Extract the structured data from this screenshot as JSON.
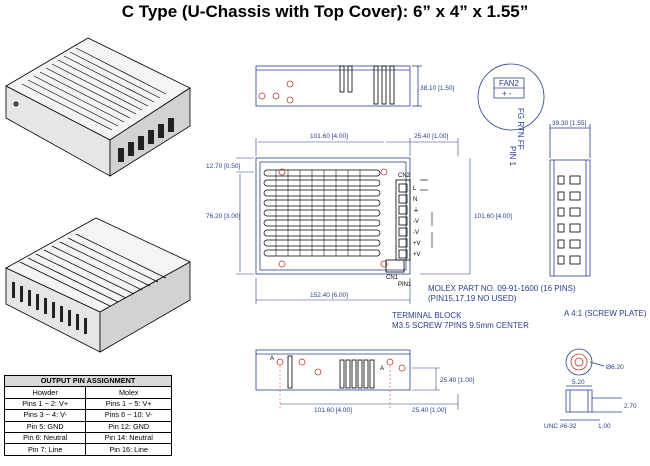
{
  "title": "C Type (U-Chassis with Top Cover): 6” x 4” x 1.55”",
  "pin_table": {
    "caption": "OUTPUT PIN ASSIGNMENT",
    "headers": [
      "Howder",
      "Molex"
    ],
    "rows": [
      [
        "Pins 1 ~ 2: V+",
        "Pins 1 ~ 5: V+"
      ],
      [
        "Pins 3 ~ 4: V-",
        "Pins 6 ~ 10: V-"
      ],
      [
        "Pin 5: GND",
        "Pin 12: GND"
      ],
      [
        "Pin 6: Neutral",
        "Pin 14: Neutral"
      ],
      [
        "Pin 7: Line",
        "Pin 16: Line"
      ]
    ]
  },
  "dimensions": {
    "side_height": "38.10 [1.50]",
    "right_width": "39.30 [1.55]",
    "top_length": "101.60 [4.00]",
    "top_offset": "25.40 [1.00]",
    "left_margin": "12.70 [0.50]",
    "left_height": "76.20 [3.00]",
    "right_height": "101.60 [4.00]",
    "bottom_width": "152.40 [6.00]",
    "bottom_view_offset": "25.40 [1.00]",
    "bottom_view_length": "101.60 [4.00]",
    "bottom_view_right": "25.40 [1.00]",
    "detail_dia": "Ø6.20",
    "detail_w": "5.20",
    "detail_h": "2.70",
    "detail_t": "1.00",
    "detail_thread": "UNC #6-32"
  },
  "notes": {
    "molex_part": "MOLEX PART NO. 09-91-1600 (16 PINS)",
    "molex_unused": "(PIN15,17,19 NO USED)",
    "terminal_block": "TERMINAL BLOCK",
    "terminal_screw": "M3.5 SCREW 7PINS 9.5mm CENTER",
    "scale": "A  4:1  (SCREW PLATE)",
    "fan_label": "FAN2",
    "fan_polarity": "+  -",
    "fan_pins": "FG RTN FF",
    "pin1_side": "PIN 1",
    "pin1": "PIN1",
    "cn1": "CN1",
    "cn2": "CN2",
    "detail_a": "A",
    "terminal_labels": [
      "L",
      "N",
      "⏚",
      "-V",
      "-V",
      "+V",
      "+V"
    ]
  },
  "colors": {
    "line": "#2a3f8f",
    "hole": "#c0392b",
    "ink": "#000000"
  }
}
